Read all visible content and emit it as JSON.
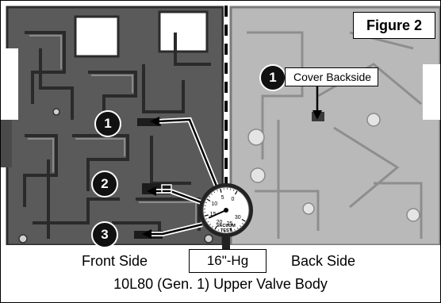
{
  "figure": {
    "tag": "Figure 2",
    "caption": "10L80 (Gen. 1) Upper Valve Body"
  },
  "sides": {
    "front_label": "Front Side",
    "back_label": "Back Side"
  },
  "callouts": [
    {
      "number": "1",
      "target": "front-passage-upper"
    },
    {
      "number": "2",
      "target": "front-passage-middle"
    },
    {
      "number": "3",
      "target": "front-passage-lower"
    }
  ],
  "back_callout": {
    "number": "1",
    "label": "Cover Backside"
  },
  "gauge": {
    "scale_ticks": [
      "0",
      "5",
      "10",
      "15",
      "20",
      "25",
      "30"
    ],
    "face_text_1": "VACUUM",
    "face_text_2": "TEST",
    "reading": "16\"-Hg"
  },
  "colors": {
    "front_casting": "#5a5a5a",
    "back_casting": "#b9b9b9",
    "badge": "#111111"
  }
}
